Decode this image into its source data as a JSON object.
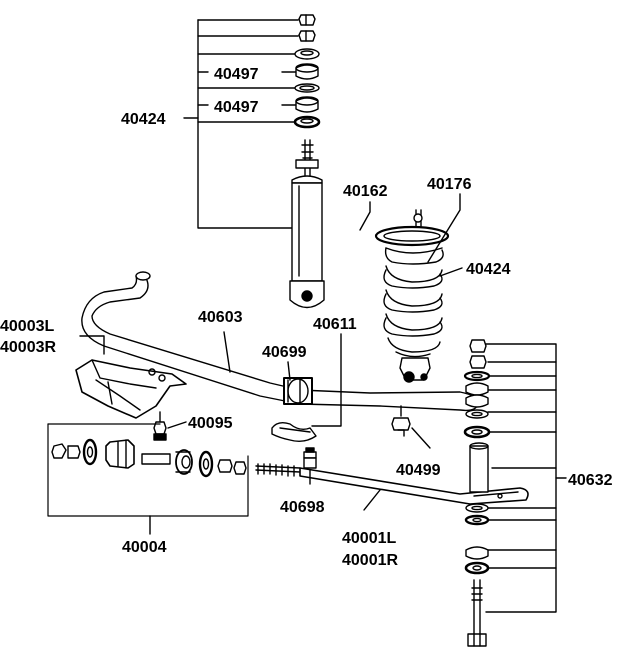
{
  "labels": {
    "l40497a": "40497",
    "l40497b": "40497",
    "l40424a": "40424",
    "l40162": "40162",
    "l40176": "40176",
    "l40424b": "40424",
    "l40003l": "40003L",
    "l40003r": "40003R",
    "l40603": "40603",
    "l40611": "40611",
    "l40699": "40699",
    "l40095": "40095",
    "l40499": "40499",
    "l40632": "40632",
    "l40698": "40698",
    "l40001l": "40001L",
    "l40001r": "40001R",
    "l40004": "40004"
  },
  "colors": {
    "ink": "#000000",
    "paper": "#ffffff"
  }
}
